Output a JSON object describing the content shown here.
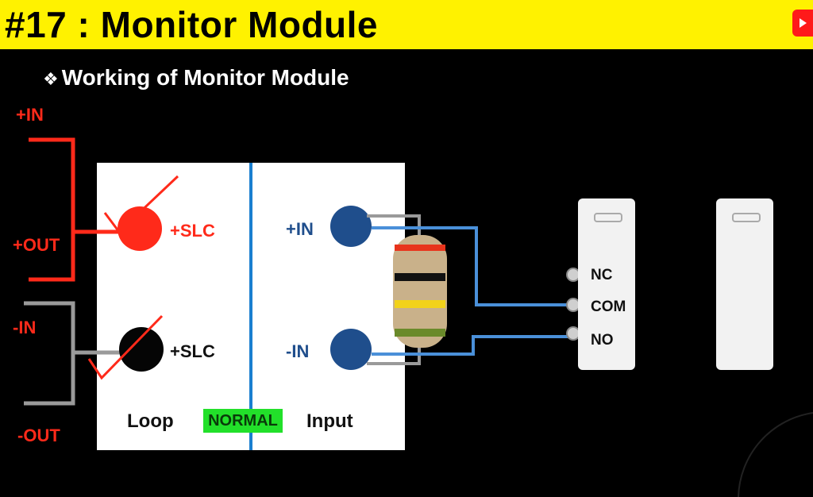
{
  "header": {
    "title": "#17 : Monitor Module"
  },
  "subtitle": {
    "bullet": "❖",
    "text": "Working of Monitor Module"
  },
  "left_labels": {
    "plus_in": "+IN",
    "plus_out": "+OUT",
    "minus_in": "-IN",
    "minus_out": "-OUT"
  },
  "module": {
    "slc_top": "+SLC",
    "slc_bottom": "+SLC",
    "input_plus": "+IN",
    "input_minus": "-IN",
    "loop": "Loop",
    "status": "NORMAL",
    "input": "Input"
  },
  "switch": {
    "nc": "NC",
    "com": "COM",
    "no": "NO"
  },
  "colors": {
    "title_bg": "#fff200",
    "loop_positive": "#ff2a1a",
    "terminal_blue": "#1f4e8c",
    "wire_blue": "#4a90d9",
    "status_green": "#22e02a"
  }
}
